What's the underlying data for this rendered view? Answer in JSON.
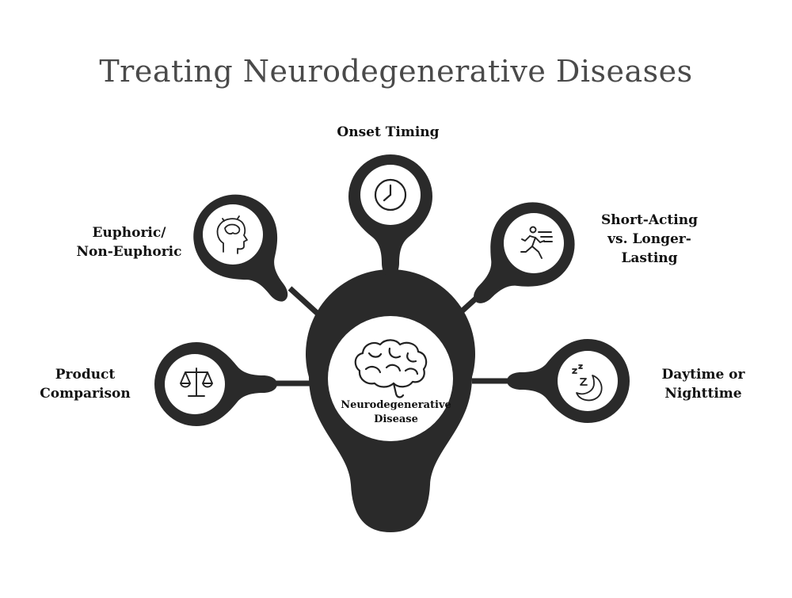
{
  "title": "Treating Neurodegenerative Diseases",
  "colors": {
    "node_fill": "#2a2a2a",
    "inner_fill": "#ffffff",
    "title_text": "#4a4a4a",
    "label_text": "#111111"
  },
  "center": {
    "label": "Neurodegenerative\nDisease",
    "icon": "brain-icon"
  },
  "branches": [
    {
      "label": "Onset Timing",
      "icon": "clock-icon"
    },
    {
      "label": "Euphoric/\nNon-Euphoric",
      "icon": "head-brain-icon"
    },
    {
      "label": "Short-Acting\nvs. Longer-\nLasting",
      "icon": "running-person-icon"
    },
    {
      "label": "Product\nComparison",
      "icon": "scales-icon"
    },
    {
      "label": "Daytime or\nNighttime",
      "icon": "moon-sleep-icon"
    }
  ]
}
